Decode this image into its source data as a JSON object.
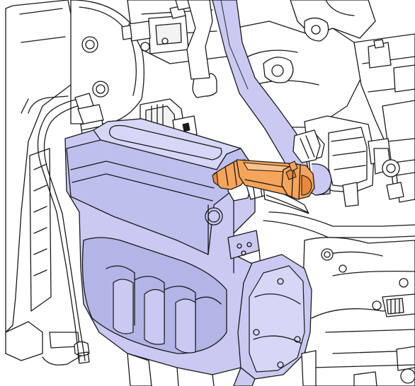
{
  "colors": {
    "background": "#ffffff",
    "line": "#1a1a1a",
    "highlight_part": "#f7a55a",
    "highlight_part_shade": "#e8893a",
    "filter_assembly": "#c9c9f2",
    "filter_assembly_shade": "#b4b4e6",
    "fuel_line": "#c9c9f2"
  },
  "components": {
    "highlighted": "orange-sleeve-part",
    "emphasized": [
      "fuel-filter-housing",
      "fuel-return-hose"
    ]
  }
}
